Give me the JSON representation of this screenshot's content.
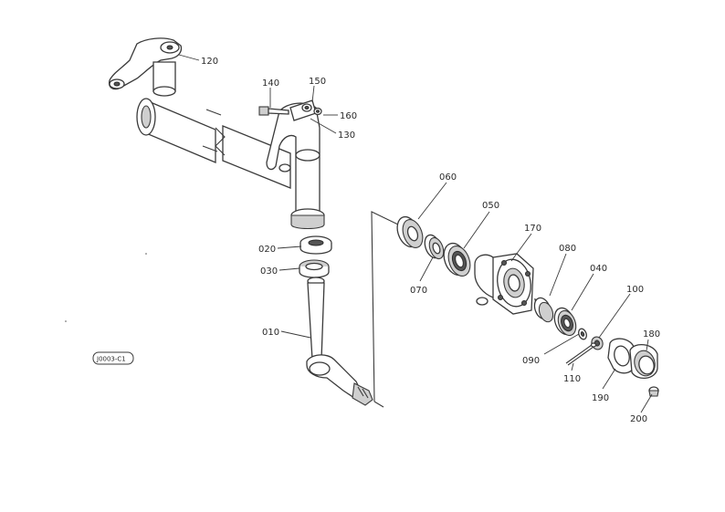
{
  "diagram": {
    "reference_code": "J0003-C1",
    "callouts": [
      {
        "id": "c010",
        "label": "010"
      },
      {
        "id": "c020",
        "label": "020"
      },
      {
        "id": "c030",
        "label": "030"
      },
      {
        "id": "c040",
        "label": "040"
      },
      {
        "id": "c050",
        "label": "050"
      },
      {
        "id": "c060",
        "label": "060"
      },
      {
        "id": "c070",
        "label": "070"
      },
      {
        "id": "c080",
        "label": "080"
      },
      {
        "id": "c090",
        "label": "090"
      },
      {
        "id": "c100",
        "label": "100"
      },
      {
        "id": "c110",
        "label": "110"
      },
      {
        "id": "c120",
        "label": "120"
      },
      {
        "id": "c130",
        "label": "130"
      },
      {
        "id": "c140",
        "label": "140"
      },
      {
        "id": "c150",
        "label": "150"
      },
      {
        "id": "c160",
        "label": "160"
      },
      {
        "id": "c170",
        "label": "170"
      },
      {
        "id": "c180",
        "label": "180"
      },
      {
        "id": "c190",
        "label": "190"
      },
      {
        "id": "c200",
        "label": "200"
      }
    ]
  }
}
